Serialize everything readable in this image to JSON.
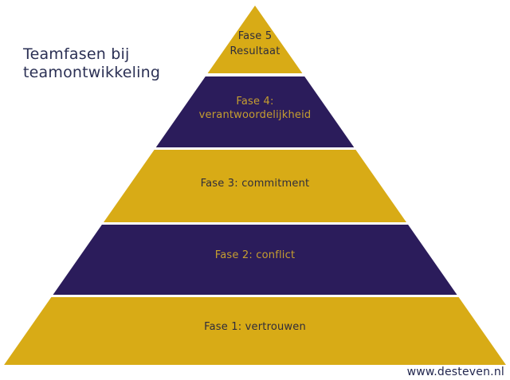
{
  "title": {
    "text": "Teamfasen bij teamontwikkeling",
    "color": "#2B3054"
  },
  "footer": {
    "url": "www.desteven.nl",
    "color": "#22264E"
  },
  "colors": {
    "gold": "#D8AB16",
    "purple": "#2B1C5B",
    "dark_text": "#2E2C3C",
    "gold_text": "#C69E2F",
    "background": "#FFFFFF"
  },
  "pyramid": {
    "layers": [
      {
        "id": "fase-5",
        "lines": [
          "Fase 5",
          "Resultaat"
        ],
        "fill": "#D8AB16",
        "text_color": "#2E2C3C"
      },
      {
        "id": "fase-4",
        "lines": [
          "Fase 4:",
          "verantwoordelijkheid"
        ],
        "fill": "#2B1C5B",
        "text_color": "#C69E2F"
      },
      {
        "id": "fase-3",
        "lines": [
          "Fase 3: commitment"
        ],
        "fill": "#D8AB16",
        "text_color": "#2E2C3C"
      },
      {
        "id": "fase-2",
        "lines": [
          "Fase 2: conflict"
        ],
        "fill": "#2B1C5B",
        "text_color": "#C69E2F"
      },
      {
        "id": "fase-1",
        "lines": [
          "Fase 1: vertrouwen"
        ],
        "fill": "#D8AB16",
        "text_color": "#2E2C3C"
      }
    ]
  }
}
